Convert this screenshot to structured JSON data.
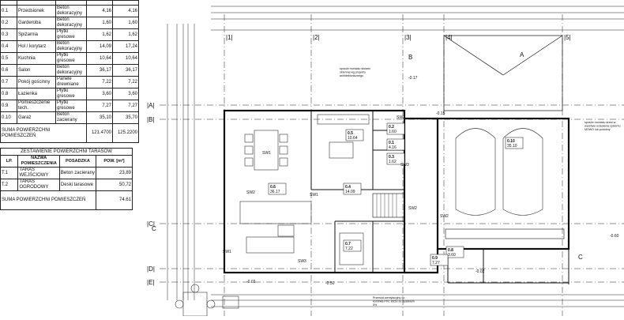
{
  "rooms_table": {
    "rows": [
      {
        "no": "0.1",
        "name": "Przedsionek",
        "finish": "Beton dekoracyjny",
        "area": "4,16",
        "area2": "4,16"
      },
      {
        "no": "0.2",
        "name": "Garderoba",
        "finish": "Beton dekoracyjny",
        "area": "1,60",
        "area2": "1,60"
      },
      {
        "no": "0.3",
        "name": "Spiżarnia",
        "finish": "Płytki gresowe",
        "area": "1,62",
        "area2": "1,62"
      },
      {
        "no": "0.4",
        "name": "Hol / korytarz",
        "finish": "Beton dekoracyjny",
        "area": "14,09",
        "area2": "17,24"
      },
      {
        "no": "0.5",
        "name": "Kuchnia",
        "finish": "Płytki gresowe",
        "area": "10,64",
        "area2": "10,64"
      },
      {
        "no": "0.6",
        "name": "Salon",
        "finish": "Beton dekoracyjny",
        "area": "36,17",
        "area2": "36,17"
      },
      {
        "no": "0.7",
        "name": "Pokój gościnny",
        "finish": "Panele drewniane",
        "area": "7,22",
        "area2": "7,22"
      },
      {
        "no": "0.8",
        "name": "Łazienka",
        "finish": "Płytki gresowe",
        "area": "3,60",
        "area2": "3,60"
      },
      {
        "no": "0.9",
        "name": "Pomieszczenie tech.",
        "finish": "Płytki gresowe",
        "area": "7,27",
        "area2": "7,27"
      },
      {
        "no": "0.10",
        "name": "Garaż",
        "finish": "Beton zacierany",
        "area": "35,10",
        "area2": "35,70"
      }
    ],
    "sum_label": "SUMA POWIERZCHNI POMIESZCZEŃ",
    "sum_value": "121.4700",
    "sum_value2": "125.2200"
  },
  "terrace_table": {
    "title": "ZESTAWIENIE POWIERZCHNI TARASÓW",
    "headers": {
      "lp": "LP.",
      "name": "NAZWA POMIESZCZENIA",
      "floor": "POSADZKA",
      "area": "POW. [m²]"
    },
    "rows": [
      {
        "no": "T.1",
        "name": "TARAS WEJŚCIOWY",
        "floor": "Beton zacierany",
        "area": "23,89"
      },
      {
        "no": "T.2",
        "name": "TARAS OGRODOWY",
        "floor": "Deski tarasowe",
        "area": "50,72"
      }
    ],
    "sum_label": "SUMA POWIERZCHNI POMIESZCZEŃ",
    "sum_value": "74.61"
  },
  "plan": {
    "axes_vertical": [
      "|1|",
      "|2|",
      "|3|",
      "|4|",
      "|5|"
    ],
    "axes_horizontal": [
      "|A|",
      "|B|",
      "|C|",
      "|D|",
      "|E|"
    ],
    "section_labels": [
      "B",
      "A",
      "C",
      "C"
    ],
    "room_tags": [
      {
        "id": "0.5",
        "area": "10.64"
      },
      {
        "id": "0.2",
        "area": "1.60"
      },
      {
        "id": "0.1",
        "area": "4.16"
      },
      {
        "id": "0.3",
        "area": "1.62"
      },
      {
        "id": "0.6",
        "area": "36.17"
      },
      {
        "id": "0.4",
        "area": "14.09"
      },
      {
        "id": "0.7",
        "area": "7.22"
      },
      {
        "id": "0.8",
        "area": "3.60"
      },
      {
        "id": "0.9",
        "area": "7.27"
      },
      {
        "id": "0.10",
        "area": "35.10"
      }
    ],
    "wall_tags": [
      "SW1",
      "SW2",
      "SW3",
      "SW3",
      "SW1",
      "SW2",
      "SW1",
      "SW3",
      "SW2"
    ],
    "notes": [
      "sposób montażu stolarki okiennej wg projektu architektonicznego",
      "Przewód wentylacyjny do kominka PVC Ø150 ze spadkiem 5%",
      "sposób montażu drzwi w warstwie ocieplenia systemu MOWO lub podobny"
    ],
    "levels": [
      "-0.17",
      "-0.02",
      "-0.50",
      "-0.15",
      "-0.02",
      "-0.60"
    ]
  }
}
